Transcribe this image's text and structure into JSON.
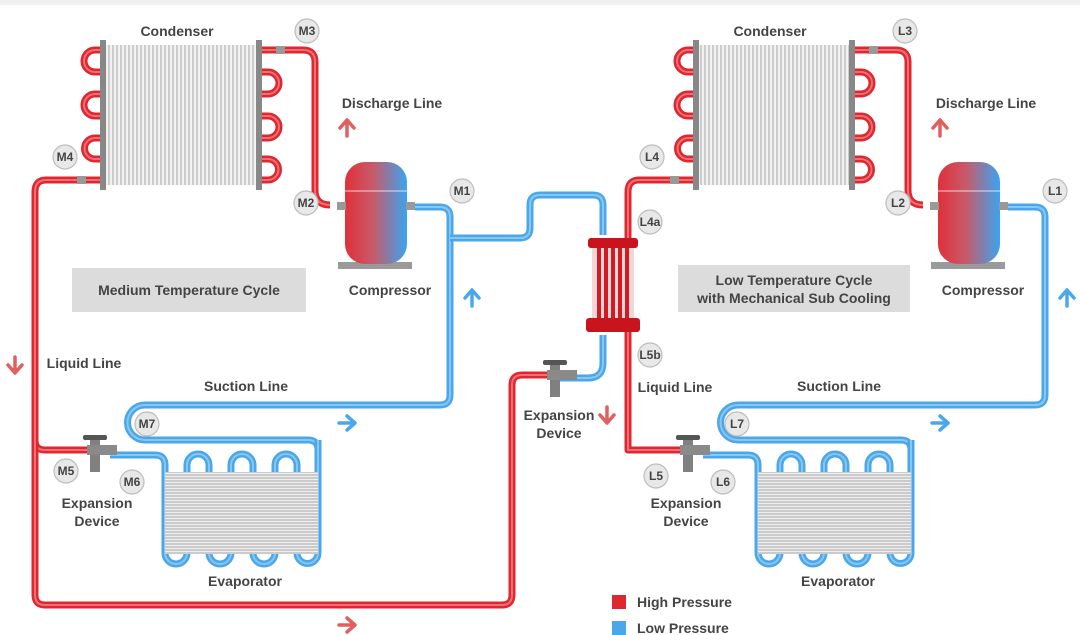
{
  "colors": {
    "high_pressure": "#e0262e",
    "low_pressure": "#4aa8ea",
    "fins": "#bdbdbd",
    "label_box": "#dcdcdc"
  },
  "medium_cycle": {
    "title": "Medium Temperature Cycle",
    "condenser": "Condenser",
    "discharge_line": "Discharge Line",
    "compressor": "Compressor",
    "liquid_line": "Liquid Line",
    "suction_line": "Suction Line",
    "expansion_device_1": "Expansion",
    "expansion_device_2": "Device",
    "evaporator": "Evaporator",
    "points": {
      "M1": "M1",
      "M2": "M2",
      "M3": "M3",
      "M4": "M4",
      "M5": "M5",
      "M6": "M6",
      "M7": "M7"
    }
  },
  "low_cycle": {
    "title_1": "Low Temperature Cycle",
    "title_2": "with Mechanical Sub Cooling",
    "condenser": "Condenser",
    "discharge_line": "Discharge Line",
    "compressor": "Compressor",
    "liquid_line": "Liquid Line",
    "suction_line": "Suction Line",
    "expansion_device_1": "Expansion",
    "expansion_device_2": "Device",
    "evaporator": "Evaporator",
    "points": {
      "L1": "L1",
      "L2": "L2",
      "L3": "L3",
      "L4": "L4",
      "L4a": "L4a",
      "L5": "L5",
      "L5b": "L5b",
      "L6": "L6",
      "L7": "L7"
    }
  },
  "subcooler": {
    "expansion_device_1": "Expansion",
    "expansion_device_2": "Device"
  },
  "legend": [
    {
      "label": "High Pressure",
      "color": "#e0262e"
    },
    {
      "label": "Low Pressure",
      "color": "#4aa8ea"
    }
  ]
}
